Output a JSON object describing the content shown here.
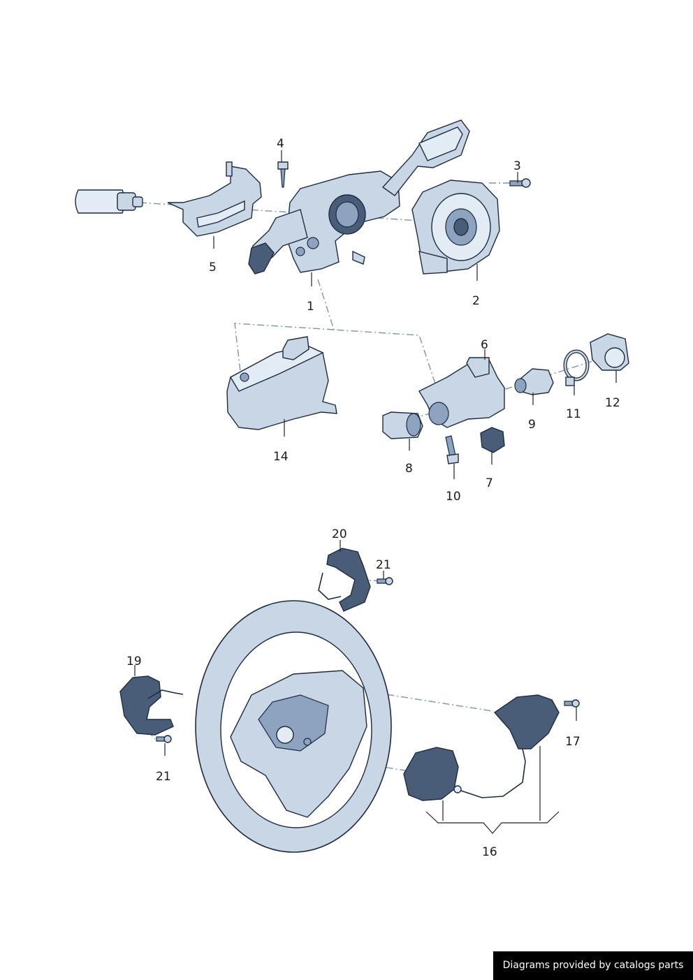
{
  "callouts": {
    "c1": "1",
    "c2": "2",
    "c3": "3",
    "c4": "4",
    "c5": "5",
    "c6": "6",
    "c7": "7",
    "c8": "8",
    "c9": "9",
    "c10": "10",
    "c11": "11",
    "c12": "12",
    "c14": "14",
    "c16": "16",
    "c17": "17",
    "c19": "19",
    "c20": "20",
    "c21a": "21",
    "c21b": "21"
  },
  "credit": "Diagrams provided by catalogs parts",
  "colors": {
    "part_fill": "#c9d6e6",
    "part_outline": "#1c2b3f",
    "dash_line": "#7f93a8"
  }
}
